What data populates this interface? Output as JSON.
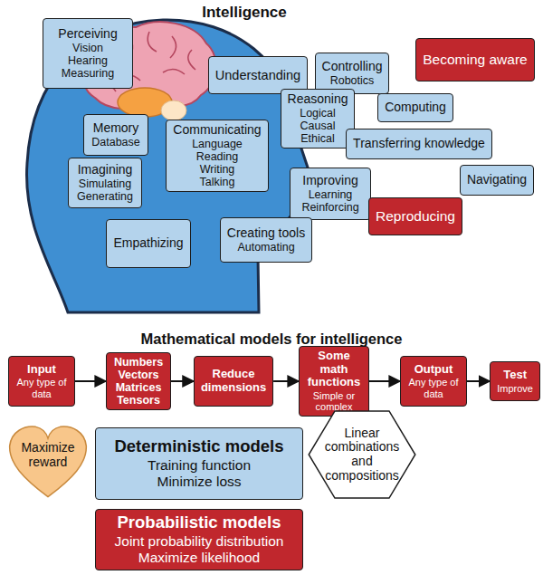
{
  "diagram": {
    "title": "Intelligence",
    "nodes": [
      {
        "text": [
          "Perceiving",
          "Vision Hearing Measuring"
        ]
      },
      {
        "text": [
          "Understanding"
        ]
      },
      {
        "text": [
          "Controlling",
          "Robotics"
        ]
      },
      {
        "text": [
          "Becoming aware"
        ]
      },
      {
        "text": [
          "Memory",
          "Database"
        ]
      },
      {
        "text": [
          "Communicating",
          "Language Reading Writing Talking"
        ]
      },
      {
        "text": [
          "Reasoning",
          "Logical Causal Ethical"
        ]
      },
      {
        "text": [
          "Computing"
        ]
      },
      {
        "text": [
          "Transferring knowledge"
        ]
      },
      {
        "text": [
          "Imagining",
          "Simulating Generating"
        ]
      },
      {
        "text": [
          "Improving",
          "Learning Reinforcing"
        ]
      },
      {
        "text": [
          "Navigating"
        ]
      },
      {
        "text": [
          "Reproducing"
        ]
      },
      {
        "text": [
          "Empathizing"
        ]
      },
      {
        "text": [
          "Creating tools",
          "Automating"
        ]
      },
      {
        "text": [
          "Input",
          "Any type of data"
        ]
      },
      {
        "text": [
          "Numbers Vectors Matrices Tensors"
        ]
      },
      {
        "text": [
          "Reduce dimensions"
        ]
      },
      {
        "text": [
          "Some math functions",
          "Simple or complex"
        ]
      },
      {
        "text": [
          "Output",
          "Any type of data"
        ]
      },
      {
        "text": [
          "Test",
          "Improve"
        ]
      },
      {
        "text": [
          "Maximize reward"
        ]
      },
      {
        "text": [
          "Deterministic models",
          "Training function",
          "Minimize loss"
        ]
      },
      {
        "text": [
          "Probabilistic models",
          "Joint probability distribution",
          "Maximize likelihood"
        ]
      },
      {
        "text": [
          "Linear combinations and compositions"
        ]
      }
    ],
    "edges": [
      {
        "from": 15,
        "to": 16,
        "arrow": "to"
      },
      {
        "from": 16,
        "to": 17,
        "arrow": "to"
      },
      {
        "from": 17,
        "to": 18,
        "arrow": "to"
      },
      {
        "from": 18,
        "to": 19,
        "arrow": "to"
      },
      {
        "from": 19,
        "to": 20,
        "arrow": "to"
      }
    ],
    "labels": [
      "Mathematical models for intelligence"
    ]
  }
}
